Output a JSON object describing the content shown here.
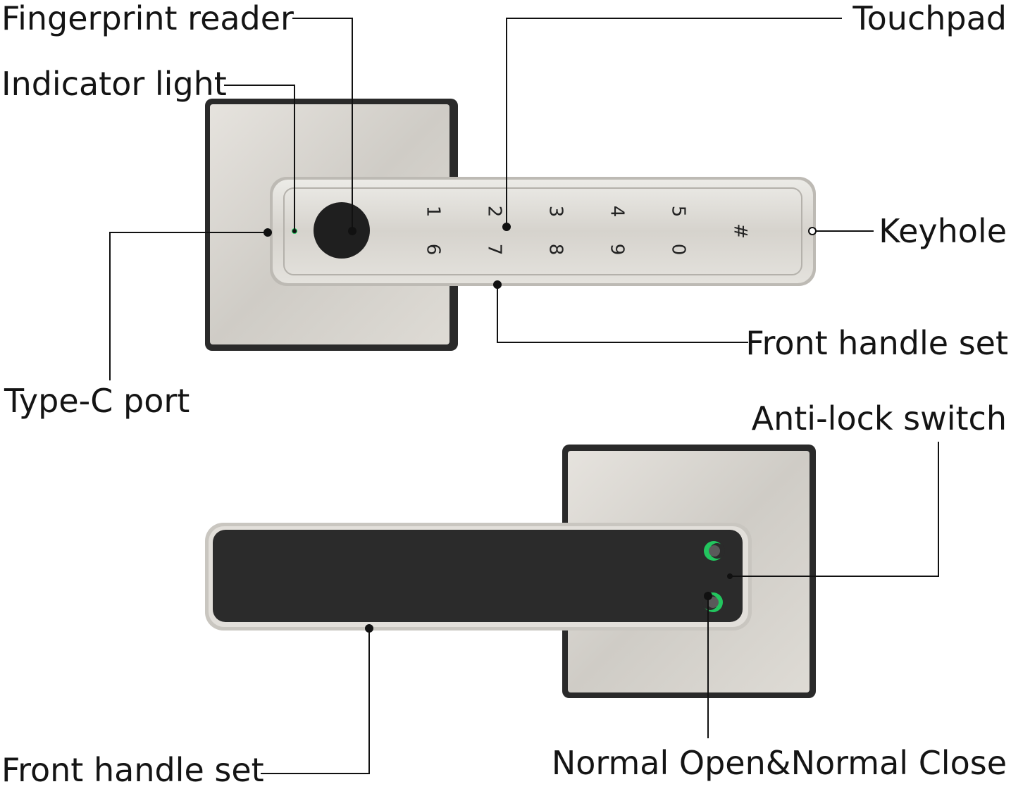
{
  "labels": {
    "fingerprint_reader": "Fingerprint reader",
    "indicator_light": "Indicator light",
    "touchpad": "Touchpad",
    "keyhole": "Keyhole",
    "front_handle_set_top": "Front handle set",
    "type_c_port": "Type-C port",
    "anti_lock_switch": "Anti-lock switch",
    "front_handle_set_bottom": "Front handle set",
    "normal_open_close": "Normal Open&Normal Close"
  },
  "keypad": {
    "row1": [
      "1",
      "2",
      "3",
      "4",
      "5"
    ],
    "row2": [
      "6",
      "7",
      "8",
      "9",
      "0"
    ],
    "hash": "#"
  },
  "colors": {
    "brushed_nickel": "#d9d6d0",
    "frame_black": "#2a2a2a",
    "panel_black": "#2b2b2b",
    "indicator_green": "#22c55e",
    "leader_line": "#111111"
  }
}
